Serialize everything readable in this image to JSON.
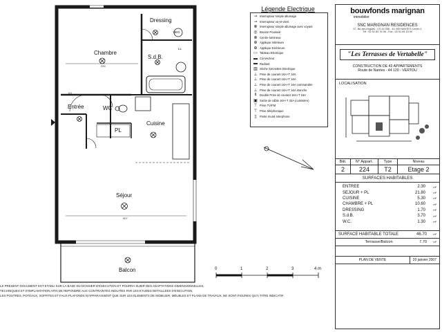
{
  "plan": {
    "rooms": [
      {
        "key": "dressing",
        "label": "Dressing"
      },
      {
        "key": "chambre",
        "label": "Chambre"
      },
      {
        "key": "sdb",
        "label": "S.d.B."
      },
      {
        "key": "entree",
        "label": "Entrée"
      },
      {
        "key": "wc",
        "label": "WC"
      },
      {
        "key": "pl",
        "label": "PL"
      },
      {
        "key": "cuisine",
        "label": "Cuisine"
      },
      {
        "key": "sejour",
        "label": "Séjour"
      },
      {
        "key": "balcon",
        "label": "Balcon"
      }
    ],
    "fixtures": {
      "beg": "BEG",
      "ll": "LL"
    },
    "dimensions": [
      "339",
      "161",
      "507"
    ]
  },
  "legend": {
    "title": "Légende Electrique",
    "items": [
      "Interrupteur simple allumage",
      "Interrupteur va-et-vient",
      "Interrupteur simple allumage avec voyant",
      "Bouton Poussoir",
      "Centre lumineux",
      "Applique Intérieure",
      "Applique Extérieure",
      "Tableau Electrique",
      "Convecteur",
      "Radiant",
      "Sèche Serviettes Electrique",
      "Prise de courant 16A+T 16A",
      "Prise de courant 16A+T 16A",
      "Prise de courant 16A+T 16A commandée",
      "Prise de courant 16A+T 16A étanche",
      "Double Prise de courant 16A+T 16A",
      "Sortie de câble 16A+T 32A (cuisinière)",
      "Prise TV/FM",
      "Prise téléphonique",
      "Poste mural Interphone"
    ]
  },
  "header": {
    "logo": "bouwfonds marignan",
    "logo_sub": "immobilier",
    "snc": "SNC MARIGNAN RESIDENCES",
    "address": "37, Bd des Anglais - CS 44 056 - 44 005 NANTES Cedex 1",
    "phone": "Tél : 02 51 83 76 98 - Fax : 02 51 83 15 90"
  },
  "project": {
    "name": "\"Les Terrasses de Vertabelle\"",
    "construction": "CONSTRUCTION DE 43 APPARTEMENTS",
    "route": "Route de Nantes - 44 120 - VERTOU"
  },
  "localisation": {
    "title": "LOCALISATION"
  },
  "info": {
    "headers": [
      "Bât.",
      "N° Appart.",
      "Type",
      "Niveau"
    ],
    "values": [
      "2",
      "224",
      "T2",
      "Etage 2"
    ]
  },
  "surfaces": {
    "title": "SURFACES HABITABLES",
    "unit": "m²",
    "rows": [
      {
        "name": "ENTREE",
        "value": "2.30"
      },
      {
        "name": "SEJOUR + PL",
        "value": "21.80"
      },
      {
        "name": "CUISINE",
        "value": "5.30"
      },
      {
        "name": "CHAMBRE + PL",
        "value": "10.60"
      },
      {
        "name": "DRESSING",
        "value": "1.70"
      },
      {
        "name": "S.d.B.",
        "value": "3.70"
      },
      {
        "name": "W.C.",
        "value": "1.30"
      }
    ],
    "total_label": "SURFACE HABITABLE TOTALE",
    "total_value": "46.70",
    "terrasse_label": "Terrasse/Balcon",
    "terrasse_value": "7.70"
  },
  "footer": {
    "plan_label": "PLAN DE VENTE",
    "date": "20 janvier 2007"
  },
  "scale": {
    "labels": [
      "0",
      "1",
      "2",
      "3",
      "4 m"
    ]
  },
  "disclaimer": [
    "LE PRESENT DOCUMENT EST ETABLI SUR LA BASE DU DOSSIER D'EXECUTION ET POURRA SUBIR DES ADAPTATIONS DIMENSIONNELLES,",
    "TECHNIQUES ET D'IMPLANTATION AFIN DE REPONDRE AUX CONTRAINTES INDUITES PAR LES ETUDES DETAILLEES D'EXECUTION.",
    "LES POUTRES, POTEAUX, SOFFITES ET FAUX-PLAFONDS N'APPARAISSENT QUE SUR LES ELEMENTS DE MOBILIER, MEUBLES ET PLANS DE TRAVAUX, NE SONT FIGURES QU'A TITRE INDICATIF."
  ],
  "colors": {
    "ink": "#111111",
    "wall": "#1a1a1a"
  }
}
